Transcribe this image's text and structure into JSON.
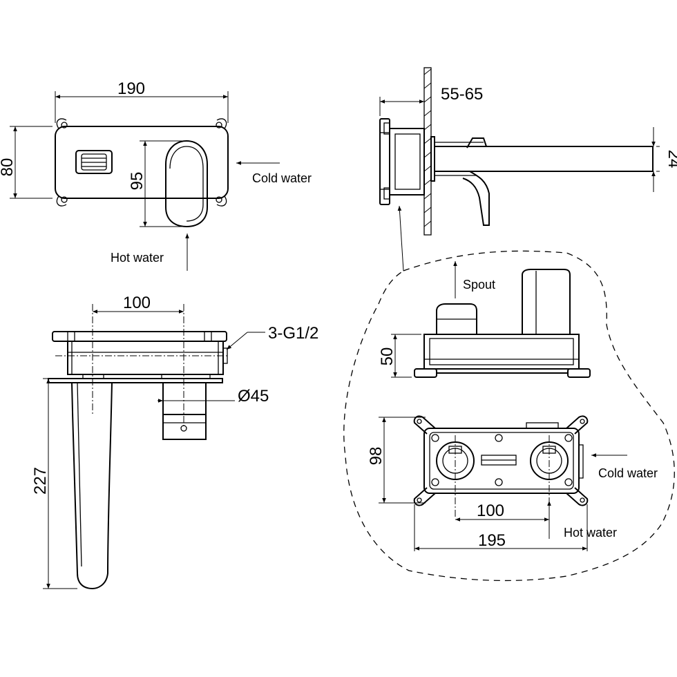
{
  "dimensions": {
    "front_width": "190",
    "front_height": "80",
    "handle_height": "95",
    "wall_thickness": "55-65",
    "spout_drop": "24",
    "top_center_spacing": "100",
    "thread_size": "3-G1/2",
    "cartridge_diameter": "Ø45",
    "spout_length": "227",
    "body_depth": "50",
    "body_height": "98",
    "body_center_spacing": "100",
    "body_width": "195"
  },
  "labels": {
    "cold_water_front": "Cold water",
    "hot_water_front": "Hot water",
    "spout": "Spout",
    "cold_water_body": "Cold water",
    "hot_water_body": "Hot water"
  }
}
